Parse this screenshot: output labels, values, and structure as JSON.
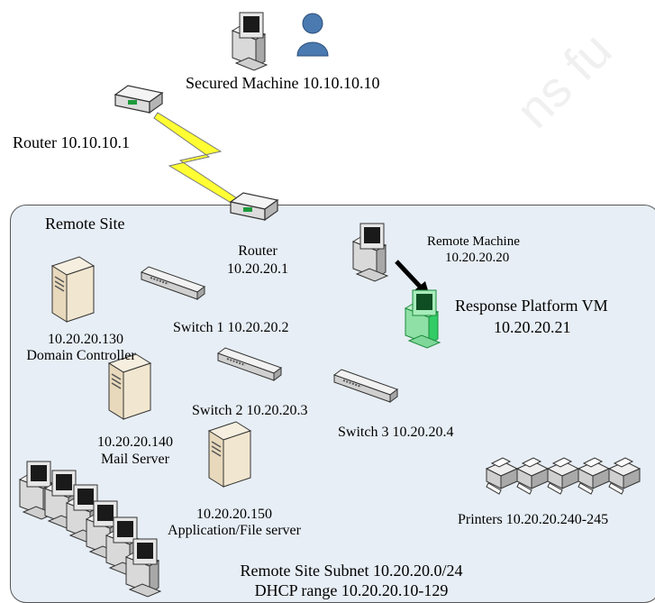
{
  "top": {
    "secured_machine": "Secured Machine 10.10.10.10",
    "router": "Router 10.10.10.1"
  },
  "site": {
    "title": "Remote Site",
    "router_name": "Router",
    "router_ip": "10.20.20.1",
    "remote_machine_name": "Remote Machine",
    "remote_machine_ip": "10.20.20.20",
    "response_vm_name": "Response Platform VM",
    "response_vm_ip": "10.20.20.21",
    "switch1": "Switch 1 10.20.20.2",
    "switch2": "Switch 2 10.20.20.3",
    "switch3": "Switch 3 10.20.20.4",
    "dc_ip": "10.20.20.130",
    "dc_name": "Domain Controller",
    "mail_ip": "10.20.20.140",
    "mail_name": "Mail Server",
    "app_ip": "10.20.20.150",
    "app_name": "Application/File server",
    "printers": "Printers 10.20.20.240-245",
    "subnet": "Remote Site Subnet 10.20.20.0/24",
    "dhcp": "DHCP range 10.20.20.10-129"
  },
  "colors": {
    "site_background": "#e7eef5",
    "lightning": "#ffff33",
    "response_vm": "#33cc66",
    "user_icon": "#4a7ab0"
  },
  "icons": [
    "workstation-icon",
    "user-icon",
    "router-icon",
    "switch-icon",
    "server-icon",
    "printer-icon",
    "lightning-link-icon",
    "arrow-icon"
  ]
}
